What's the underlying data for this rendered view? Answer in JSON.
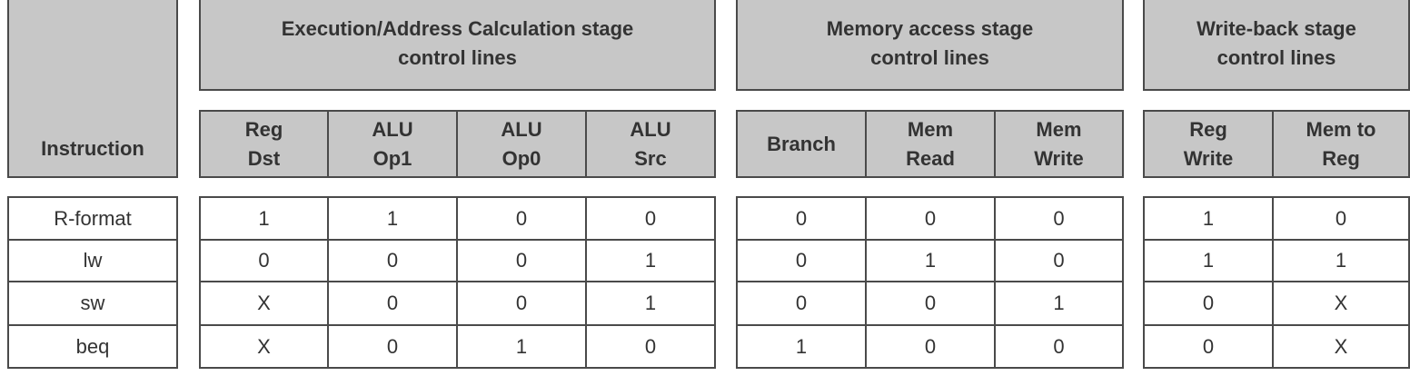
{
  "colors": {
    "header_fill": "#c7c7c7",
    "border": "#4a4a4a",
    "text": "#333333",
    "cell_fill": "#ffffff"
  },
  "headers": {
    "instruction": "Instruction",
    "groups": [
      "Execution/Address Calculation stage\ncontrol lines",
      "Memory access stage\ncontrol lines",
      "Write-back stage\ncontrol lines"
    ],
    "columns": [
      "Reg\nDst",
      "ALU\nOp1",
      "ALU\nOp0",
      "ALU\nSrc",
      "Branch",
      "Mem\nRead",
      "Mem\nWrite",
      "Reg\nWrite",
      "Mem to\nReg"
    ]
  },
  "rows": [
    {
      "instruction": "R-format",
      "values": [
        "1",
        "1",
        "0",
        "0",
        "0",
        "0",
        "0",
        "1",
        "0"
      ]
    },
    {
      "instruction": "lw",
      "values": [
        "0",
        "0",
        "0",
        "1",
        "0",
        "1",
        "0",
        "1",
        "1"
      ]
    },
    {
      "instruction": "sw",
      "values": [
        "X",
        "0",
        "0",
        "1",
        "0",
        "0",
        "1",
        "0",
        "X"
      ]
    },
    {
      "instruction": "beq",
      "values": [
        "X",
        "0",
        "1",
        "0",
        "1",
        "0",
        "0",
        "0",
        "X"
      ]
    }
  ]
}
